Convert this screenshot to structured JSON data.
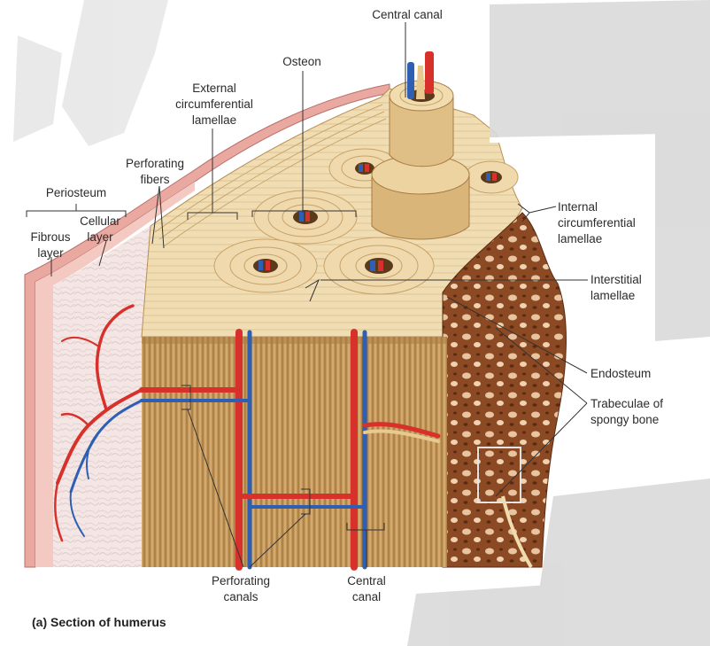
{
  "labels": {
    "central_canal_top": "Central canal",
    "osteon": "Osteon",
    "external_circ": [
      "External",
      "circumferential",
      "lamellae"
    ],
    "perforating_fibers": [
      "Perforating",
      "fibers"
    ],
    "periosteum": "Periosteum",
    "cellular_layer": [
      "Cellular",
      "layer"
    ],
    "fibrous_layer": [
      "Fibrous",
      "layer"
    ],
    "internal_circ": [
      "Internal",
      "circumferential",
      "lamellae"
    ],
    "interstitial": [
      "Interstitial",
      "lamellae"
    ],
    "endosteum": "Endosteum",
    "trabeculae": [
      "Trabeculae of",
      "spongy bone"
    ],
    "perforating_canals": [
      "Perforating",
      "canals"
    ],
    "central_canal_bottom": [
      "Central",
      "canal"
    ]
  },
  "caption": "(a) Section of humerus",
  "colors": {
    "bone_light": "#f1ddb3",
    "bone_mid": "#c89a5b",
    "bone_dark": "#8a5a2b",
    "periosteum_pink": "#e9a8a0",
    "artery_red": "#d8312b",
    "vein_blue": "#2f5fb3",
    "spongy_brown": "#8b4a24"
  }
}
